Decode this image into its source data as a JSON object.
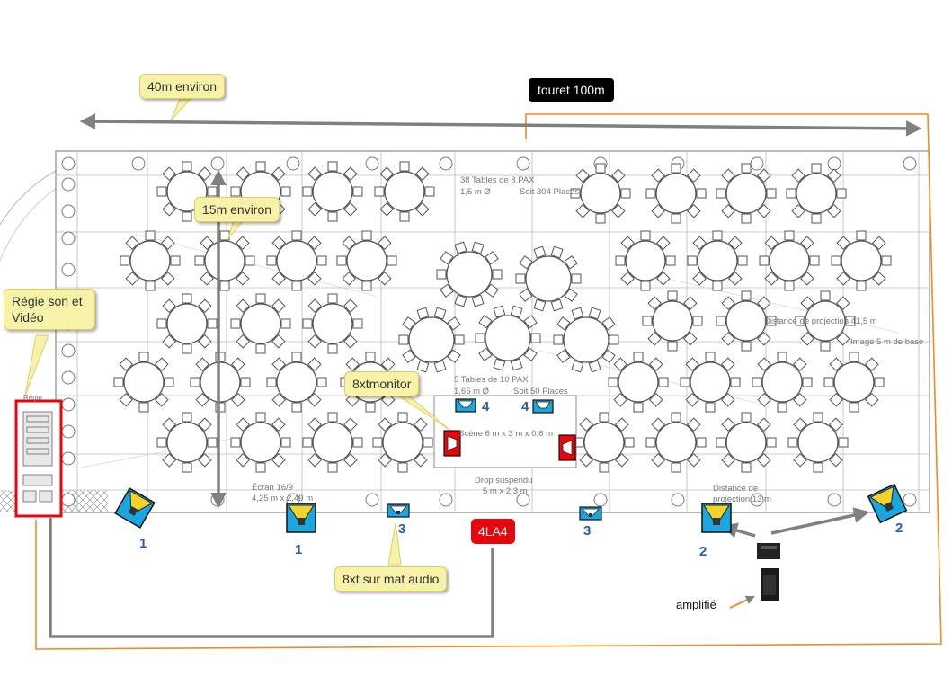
{
  "annotations": {
    "length": "40m environ",
    "width": "15m environ",
    "cable_reel": "touret 100m",
    "control": "Régie son et Vidéo",
    "monitor": "8xtmonitor",
    "mast": "8xt sur mat audio",
    "amp": "4LA4",
    "amplified": "amplifié"
  },
  "speaker_labels": [
    "1",
    "1",
    "3",
    "3",
    "2",
    "2"
  ],
  "monitor_labels": [
    "4",
    "4"
  ],
  "plan_text": {
    "tables8": "38 Tables de 8 PAX",
    "diam8": "1,5 m Ø",
    "places304": "Soit 304 Places",
    "tables10": "5 Tables de 10 PAX",
    "diam10": "1,65 m Ø",
    "places50": "Soit 50 Places",
    "stage": "Scène 6 m x 3 m x 0,6 m",
    "screen": "Écran 16/9",
    "screen_size": "4,25 m x 2,49 m",
    "drop": "Drop suspendu",
    "drop_size": "5 m x 2,3 m",
    "proj_far": "Distance de projection 41,5 m",
    "image_base": "Image 5 m de base",
    "proj_near": "Distance de",
    "proj_near2": "projection 13 m",
    "regie_small": "Régie"
  },
  "colors": {
    "arrow": "#808080",
    "orange": "#f08a24",
    "red": "#e8060c",
    "speaker_blue": "#1aa7df",
    "cone_yellow": "#f4d22a",
    "label_blue": "#2a5ab8"
  }
}
